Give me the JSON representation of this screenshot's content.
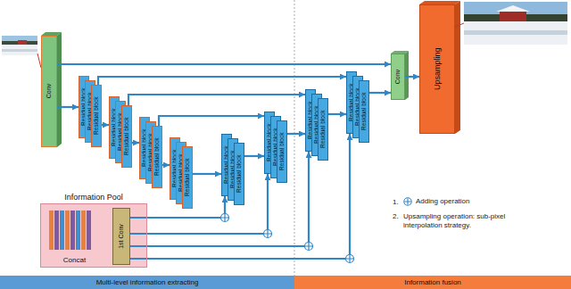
{
  "diagram": {
    "nodes": [
      {
        "text": [
          "Conv"
        ]
      },
      {
        "text": [
          "Residual block"
        ]
      },
      {
        "text": [
          "Residual block"
        ]
      },
      {
        "text": [
          "Residual block"
        ]
      },
      {
        "text": [
          "Residual block"
        ]
      },
      {
        "text": [
          "Residual block"
        ]
      },
      {
        "text": [
          "Residual block"
        ]
      },
      {
        "text": [
          "Residual block"
        ]
      },
      {
        "text": [
          "Residual block"
        ]
      },
      {
        "text": [
          "Residual block"
        ]
      },
      {
        "text": [
          "Residual block"
        ]
      },
      {
        "text": [
          "Residual block"
        ]
      },
      {
        "text": [
          "Residual block"
        ]
      },
      {
        "text": [
          "Residual block"
        ]
      },
      {
        "text": [
          "Residual block"
        ]
      },
      {
        "text": [
          "Residual block"
        ]
      },
      {
        "text": [
          "Residual block"
        ]
      },
      {
        "text": [
          "Residual block"
        ]
      },
      {
        "text": [
          "Residual block"
        ]
      },
      {
        "text": [
          "Residual block"
        ]
      },
      {
        "text": [
          "Residual block"
        ]
      },
      {
        "text": [
          "Residual block"
        ]
      },
      {
        "text": [
          "Residual block"
        ]
      },
      {
        "text": [
          "Residual block"
        ]
      },
      {
        "text": [
          "Residual block"
        ]
      },
      {
        "text": [
          "Conv"
        ]
      },
      {
        "text": [
          "Upsampling"
        ]
      },
      {
        "text": [
          "Information Pool",
          "Concat"
        ]
      },
      {
        "text": [
          "1st Conv"
        ],
        "in": 27
      },
      {
        "text": [
          "Multi-level information extracting"
        ]
      },
      {
        "text": [
          "Information fusion"
        ]
      }
    ],
    "edges": [
      {
        "from": 0,
        "to": 1,
        "arrow": "to"
      },
      {
        "from": 3,
        "to": 4,
        "arrow": "to"
      },
      {
        "from": 6,
        "to": 7,
        "arrow": "to"
      },
      {
        "from": 9,
        "to": 10,
        "arrow": "to"
      },
      {
        "from": 12,
        "to": 13,
        "arrow": "to"
      },
      {
        "from": 15,
        "to": 16,
        "arrow": "to"
      },
      {
        "from": 18,
        "to": 19,
        "arrow": "to"
      },
      {
        "from": 21,
        "to": 22,
        "arrow": "to"
      },
      {
        "from": 24,
        "to": 25,
        "arrow": "to"
      },
      {
        "from": 25,
        "to": 26,
        "arrow": "to"
      },
      {
        "from": 0,
        "to": 25,
        "arrow": "to"
      },
      {
        "from": 3,
        "to": 22,
        "arrow": "to"
      },
      {
        "from": 6,
        "to": 19,
        "arrow": "to"
      },
      {
        "from": 9,
        "to": 16,
        "arrow": "to"
      },
      {
        "from": 28,
        "to": 13,
        "arrow": "to"
      },
      {
        "from": 28,
        "to": 16,
        "arrow": "to"
      },
      {
        "from": 28,
        "to": 19,
        "arrow": "to"
      },
      {
        "from": 28,
        "to": 22,
        "arrow": "to"
      }
    ],
    "labels": [
      "1.",
      "2.",
      "Upsampling operation: sub-pixel interpolation strategy."
    ],
    "legend": [
      {
        "text": "Adding operation"
      }
    ]
  }
}
